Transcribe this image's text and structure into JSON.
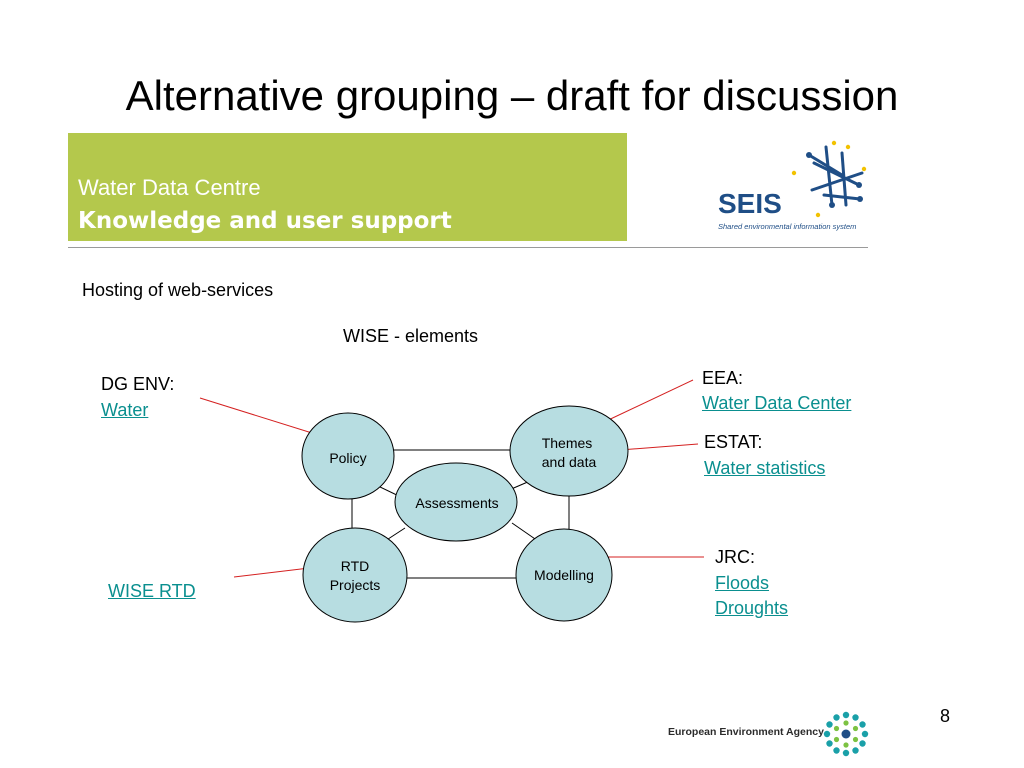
{
  "slide": {
    "title": "Alternative grouping – draft for discussion",
    "page_number": "8"
  },
  "banner": {
    "line1": "Water Data Centre",
    "line2": "Knowledge and user support"
  },
  "seis_logo": {
    "name": "SEIS",
    "tagline": "Shared environmental information system"
  },
  "hosting_label": "Hosting of web-services",
  "diagram_title": "WISE - elements",
  "nodes": {
    "policy": "Policy",
    "themes_line1": "Themes",
    "themes_line2": "and data",
    "assessments": "Assessments",
    "rtd_line1": "RTD",
    "rtd_line2": "Projects",
    "modelling": "Modelling"
  },
  "callouts": {
    "dg_env": {
      "label": "DG ENV:",
      "link": "Water"
    },
    "eea": {
      "label": "EEA:",
      "link": "Water Data Center"
    },
    "estat": {
      "label": "ESTAT:",
      "link": "Water statistics"
    },
    "jrc": {
      "label": "JRC:",
      "links": [
        "Floods",
        "Droughts"
      ]
    },
    "wise_rtd": {
      "link": "WISE RTD"
    }
  },
  "footer": {
    "agency": "European Environment Agency"
  },
  "colors": {
    "banner": "#b4c84c",
    "node_fill": "#b7dde1",
    "connector": "#d42020",
    "link": "#0a8f8f"
  }
}
